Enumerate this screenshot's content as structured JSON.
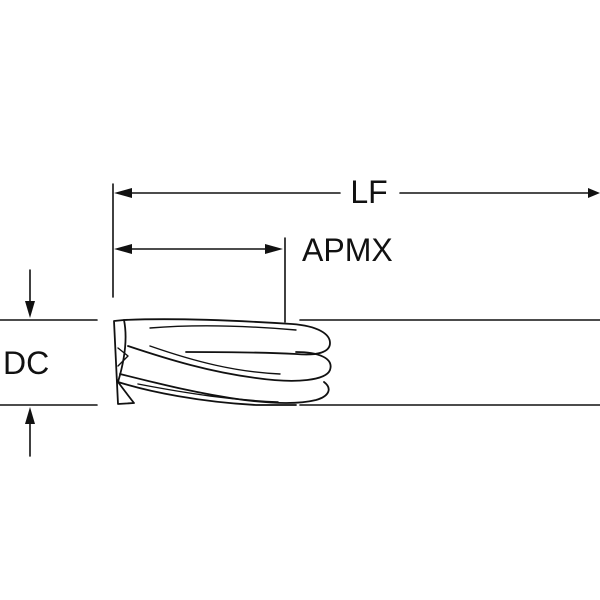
{
  "diagram": {
    "labels": {
      "lf": "LF",
      "apmx": "APMX",
      "dc": "DC"
    },
    "colors": {
      "line": "#111111",
      "background": "#ffffff"
    }
  }
}
